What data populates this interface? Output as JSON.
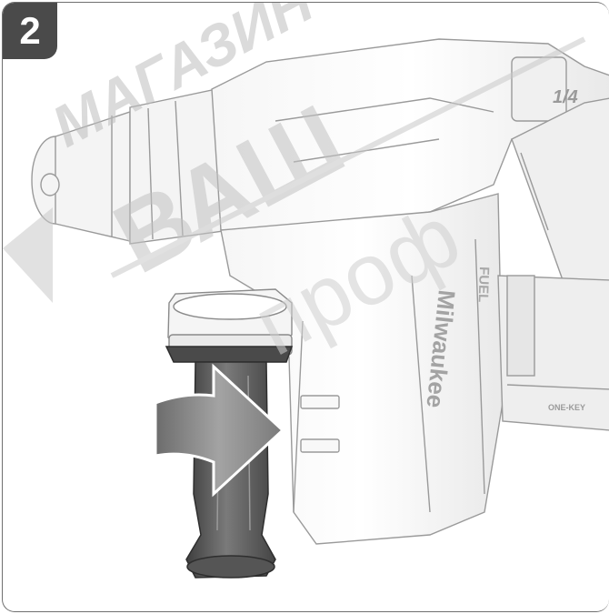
{
  "step": {
    "number": "2"
  },
  "tool": {
    "brand_text": "Milwaukee",
    "side_label": "FUEL",
    "battery_label": "ONE-KEY"
  },
  "watermark": {
    "line1": "МАГАЗИН",
    "line2": "ВАШ",
    "line3": "проф"
  },
  "colors": {
    "badge": "#4a4a4a",
    "arrow": "#8a8a8a",
    "handle": "#5a5a5a",
    "outline": "#6f6f6f",
    "watermark": "#c9c9c9"
  }
}
